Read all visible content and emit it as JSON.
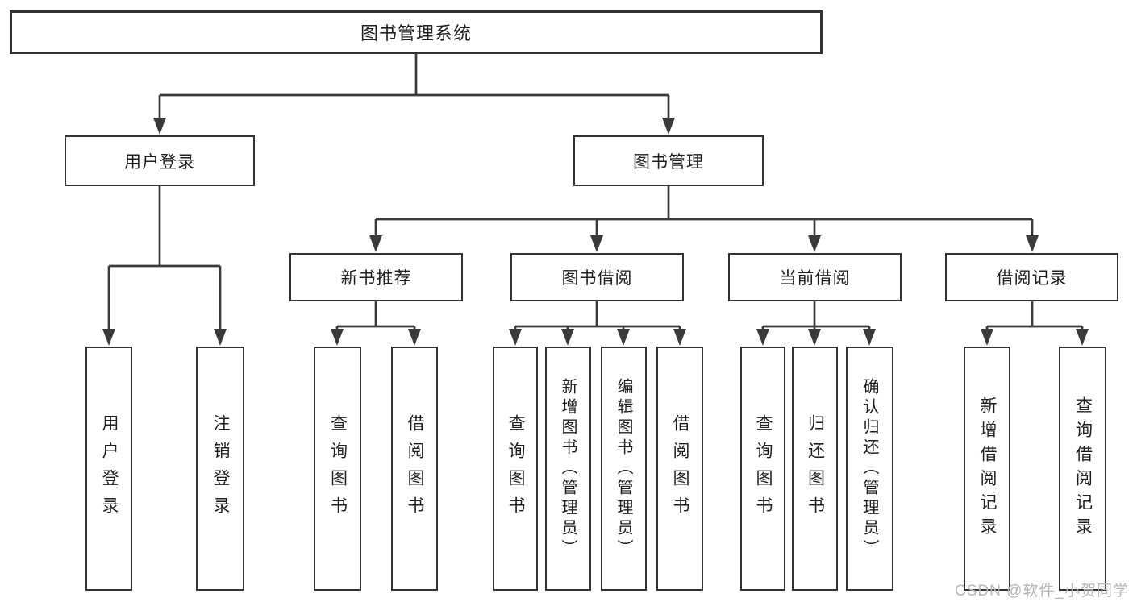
{
  "diagram": {
    "title": "图书管理系统",
    "colors": {
      "box_border": "#333333",
      "box_fill": "#ffffff",
      "connector": "#3a3a3a",
      "text": "#1f1f1f",
      "watermark": "#b6b6b6",
      "background": "#ffffff"
    },
    "nodes": {
      "root": {
        "label": "图书管理系统"
      },
      "level2": [
        {
          "label": "用户登录",
          "parent": "图书管理系统"
        },
        {
          "label": "图书管理",
          "parent": "图书管理系统"
        }
      ],
      "level3": [
        {
          "label": "新书推荐",
          "parent": "图书管理"
        },
        {
          "label": "图书借阅",
          "parent": "图书管理"
        },
        {
          "label": "当前借阅",
          "parent": "图书管理"
        },
        {
          "label": "借阅记录",
          "parent": "图书管理"
        }
      ],
      "level4": [
        {
          "label": "用户登录",
          "parent": "用户登录"
        },
        {
          "label": "注销登录",
          "parent": "用户登录"
        },
        {
          "label": "查询图书",
          "parent": "新书推荐"
        },
        {
          "label": "借阅图书",
          "parent": "新书推荐"
        },
        {
          "label": "查询图书",
          "parent": "图书借阅"
        },
        {
          "label": "新增图书（管理员）",
          "parent": "图书借阅"
        },
        {
          "label": "编辑图书（管理员）",
          "parent": "图书借阅"
        },
        {
          "label": "借阅图书",
          "parent": "图书借阅"
        },
        {
          "label": "查询图书",
          "parent": "当前借阅"
        },
        {
          "label": "归还图书",
          "parent": "当前借阅"
        },
        {
          "label": "确认归还（管理员）",
          "parent": "当前借阅"
        },
        {
          "label": "新增借阅记录",
          "parent": "借阅记录"
        },
        {
          "label": "查询借阅记录",
          "parent": "借阅记录"
        }
      ]
    },
    "watermark": {
      "text": "CSDN @软件_小贺同学"
    }
  }
}
